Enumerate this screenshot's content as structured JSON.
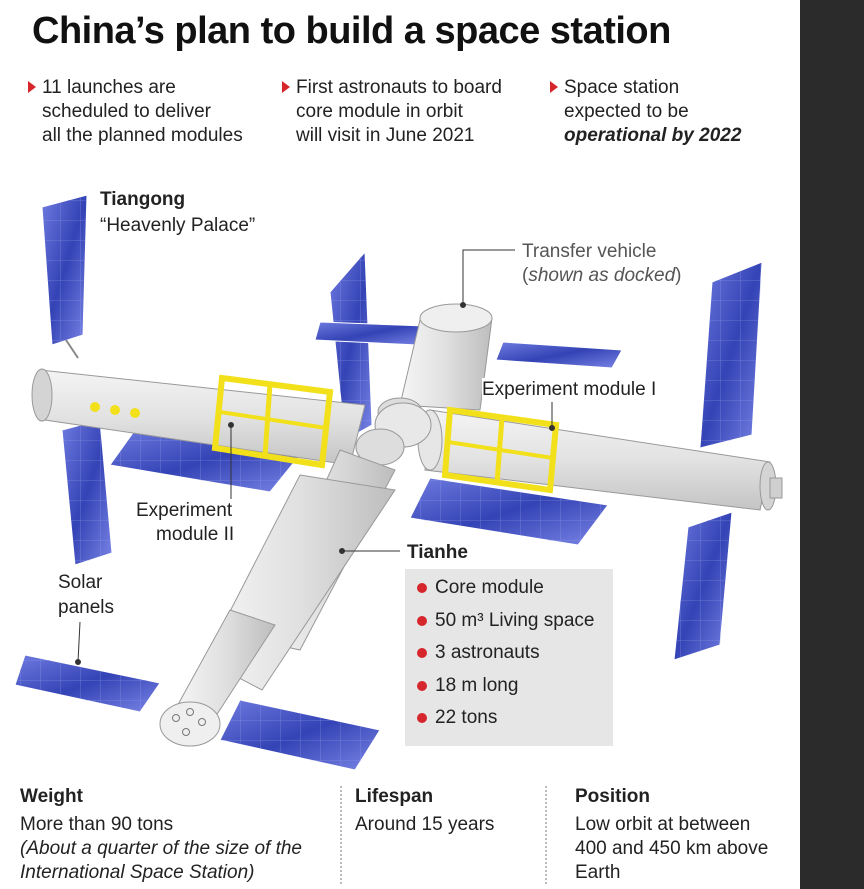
{
  "title": "China’s plan to build a space station",
  "bullets": [
    {
      "lines": [
        "11 launches are",
        "scheduled to deliver",
        "all the planned modules"
      ]
    },
    {
      "lines": [
        "First astronauts to board",
        "core module in orbit",
        "will visit in June 2021"
      ]
    },
    {
      "lines": [
        "Space station",
        "expected to be"
      ],
      "emphasis": "operational by 2022"
    }
  ],
  "labels": {
    "tiangong": "Tiangong",
    "tiangong_sub": "“Heavenly Palace”",
    "transfer": "Transfer vehicle",
    "transfer_sub": "shown as docked",
    "exp1": "Experiment  module I",
    "exp2_l1": "Experiment",
    "exp2_l2": "module II",
    "solar_l1": "Solar",
    "solar_l2": "panels",
    "tianhe": "Tianhe"
  },
  "tianhe_facts": [
    "Core module",
    "50 m³ Living space",
    "3 astronauts",
    "18 m long",
    "22 tons"
  ],
  "footer": {
    "weight_title": "Weight",
    "weight_value": "More than 90 tons",
    "weight_note_l1": "(About a quarter of the size of the",
    "weight_note_l2": "International Space Station)",
    "lifespan_title": "Lifespan",
    "lifespan_value": "Around 15 years",
    "position_title": "Position",
    "position_l1": "Low orbit at between",
    "position_l2": "400 and 450 km above",
    "position_l3": "Earth"
  },
  "colors": {
    "accent": "#d6262b",
    "panel": "#3b49b8",
    "yellow": "#f2e01b",
    "module": "#e4e4e4"
  }
}
